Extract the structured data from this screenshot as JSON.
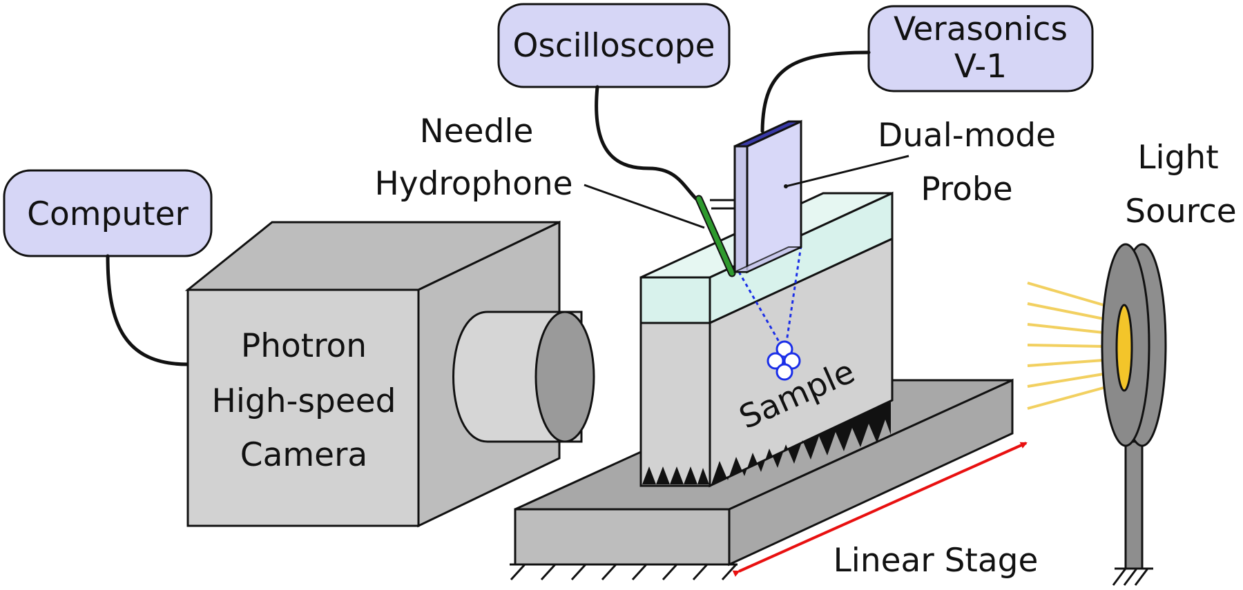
{
  "boxes": {
    "computer": "Computer",
    "oscilloscope": "Oscilloscope",
    "verasonics_line1": "Verasonics",
    "verasonics_line2": "V-1"
  },
  "labels": {
    "needle_line1": "Needle",
    "needle_line2": "Hydrophone",
    "probe_line1": "Dual-mode",
    "probe_line2": "Probe",
    "light_line1": "Light",
    "light_line2": "Source",
    "camera_line1": "Photron",
    "camera_line2": "High-speed",
    "camera_line3": "Camera",
    "sample": "Sample",
    "stage": "Linear Stage"
  },
  "colors": {
    "instrument_box": "#d6d6f6",
    "hydrophone": "#2e9a2e",
    "water": "#d8f2ec",
    "probe": "#d8d8f8",
    "focus": "#1a2ee8",
    "arrow": "#e81010",
    "light_rays": "#f2d060",
    "light_core": "#f3c52a"
  }
}
